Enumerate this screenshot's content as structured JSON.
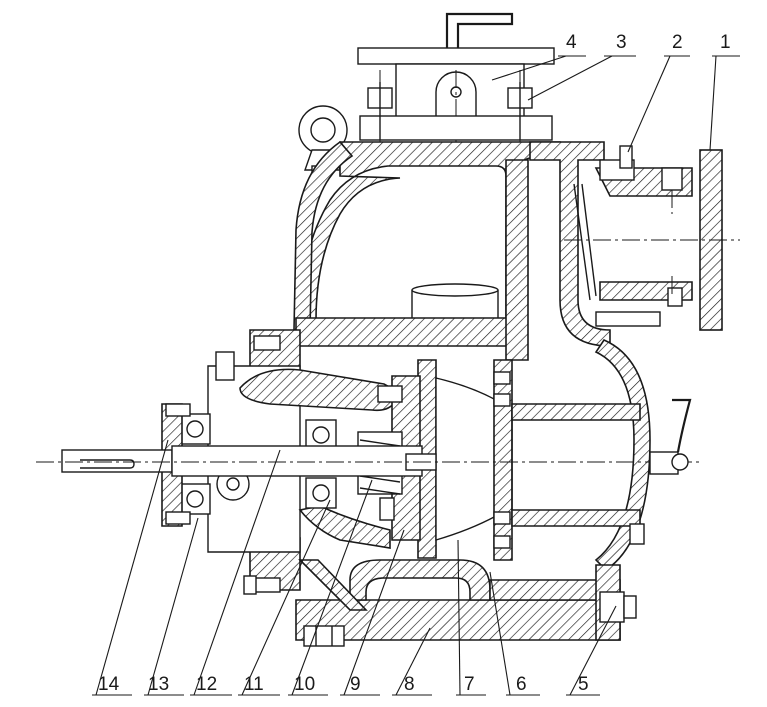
{
  "diagram": {
    "callouts_top": [
      "4",
      "3",
      "2",
      "1"
    ],
    "callouts_bottom": [
      "14",
      "13",
      "12",
      "11",
      "10",
      "9",
      "8",
      "7",
      "6",
      "5"
    ]
  },
  "colors": {
    "ink": "#1a1a1a",
    "background": "#ffffff"
  }
}
